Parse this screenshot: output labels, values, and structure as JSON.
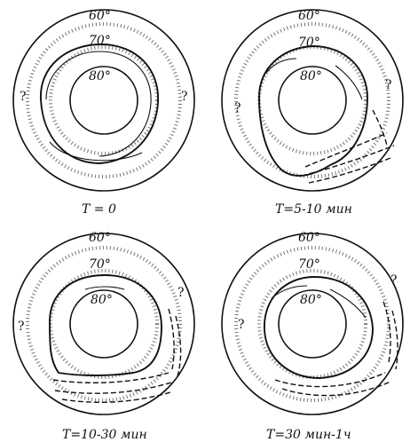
{
  "figure": {
    "rings": [
      "60°",
      "70°",
      "80°"
    ],
    "question_mark": "?",
    "panels": [
      {
        "label": "T = 0"
      },
      {
        "label": "T=5-10 мин"
      },
      {
        "label": "T=10-30 мин"
      },
      {
        "label": "T=30 мин-1ч"
      }
    ]
  }
}
